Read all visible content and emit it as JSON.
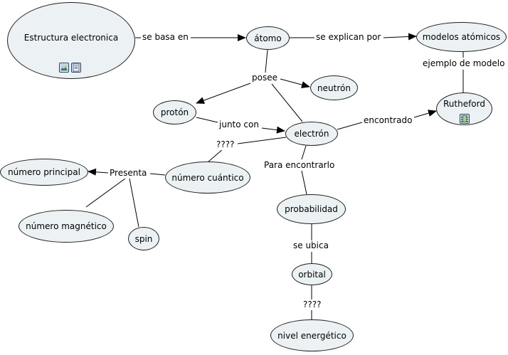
{
  "concepts": {
    "estructura": "Estructura electronica",
    "atomo": "átomo",
    "modelos": "modelos atómicos",
    "rutheford": "Rutheford",
    "neutron": "neutrón",
    "proton": "protón",
    "electron": "electrón",
    "numero_cuantico": "número cuántico",
    "numero_principal": "número principal",
    "numero_magnetico": "número magnético",
    "spin": "spin",
    "probabilidad": "probabilidad",
    "orbital": "orbital",
    "nivel_energetico": "nivel energético"
  },
  "links": {
    "se_basa_en": "se basa en",
    "se_explican_por": "se explican por",
    "ejemplo_de_modelo": "ejemplo de modelo",
    "posee": "posee",
    "junto_con": "junto con",
    "encontrado": "encontrado",
    "interrogacion_1": "????",
    "presenta": "Presenta",
    "para_encontrarlo": "Para encontrarlo",
    "se_ubica": "se ubica",
    "interrogacion_2": "????"
  },
  "icons": {
    "estructura": [
      "image-resource-icon",
      "document-resource-icon"
    ],
    "rutheford": [
      "video-resource-icon"
    ]
  },
  "colors": {
    "node_fill": "#ecf2f4",
    "line": "#000000"
  }
}
